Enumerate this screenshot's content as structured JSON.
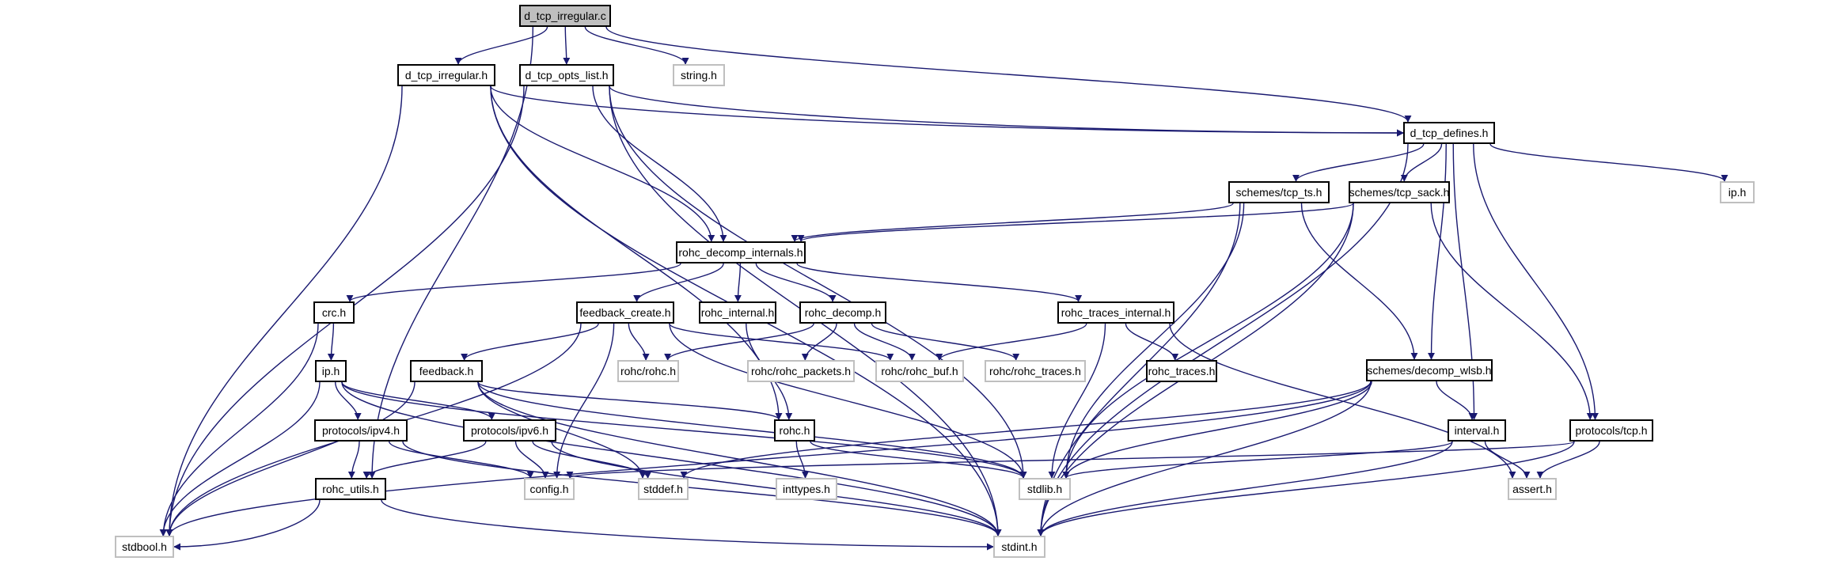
{
  "title": "d_tcp_irregular.c",
  "colors": {
    "edge": "#191970",
    "node_border": "#000000",
    "system_node_border": "#bfbfbf",
    "root_fill": "#bfbfbf"
  },
  "nodes": [
    {
      "id": "d_tcp_irregular_c",
      "label": "d_tcp_irregular.c",
      "kind": "root"
    },
    {
      "id": "d_tcp_irregular_h",
      "label": "d_tcp_irregular.h",
      "kind": "local"
    },
    {
      "id": "d_tcp_opts_list_h",
      "label": "d_tcp_opts_list.h",
      "kind": "local"
    },
    {
      "id": "string_h",
      "label": "string.h",
      "kind": "system"
    },
    {
      "id": "d_tcp_defines_h",
      "label": "d_tcp_defines.h",
      "kind": "local"
    },
    {
      "id": "ip_h_sys",
      "label": "ip.h",
      "kind": "system"
    },
    {
      "id": "schemes_tcp_ts_h",
      "label": "schemes/tcp_ts.h",
      "kind": "local"
    },
    {
      "id": "schemes_tcp_sack_h",
      "label": "schemes/tcp_sack.h",
      "kind": "local"
    },
    {
      "id": "rohc_decomp_internals_h",
      "label": "rohc_decomp_internals.h",
      "kind": "local"
    },
    {
      "id": "crc_h",
      "label": "crc.h",
      "kind": "local"
    },
    {
      "id": "feedback_create_h",
      "label": "feedback_create.h",
      "kind": "local"
    },
    {
      "id": "rohc_internal_h",
      "label": "rohc_internal.h",
      "kind": "local"
    },
    {
      "id": "rohc_decomp_h",
      "label": "rohc_decomp.h",
      "kind": "local"
    },
    {
      "id": "rohc_traces_internal_h",
      "label": "rohc_traces_internal.h",
      "kind": "local"
    },
    {
      "id": "ip_h",
      "label": "ip.h",
      "kind": "local"
    },
    {
      "id": "feedback_h",
      "label": "feedback.h",
      "kind": "local"
    },
    {
      "id": "rohc_rohc_h",
      "label": "rohc/rohc.h",
      "kind": "system"
    },
    {
      "id": "rohc_rohc_packets_h",
      "label": "rohc/rohc_packets.h",
      "kind": "system"
    },
    {
      "id": "rohc_rohc_buf_h",
      "label": "rohc/rohc_buf.h",
      "kind": "system"
    },
    {
      "id": "rohc_rohc_traces_h",
      "label": "rohc/rohc_traces.h",
      "kind": "system"
    },
    {
      "id": "rohc_traces_h",
      "label": "rohc_traces.h",
      "kind": "local"
    },
    {
      "id": "schemes_decomp_wlsb_h",
      "label": "schemes/decomp_wlsb.h",
      "kind": "local"
    },
    {
      "id": "protocols_ipv4_h",
      "label": "protocols/ipv4.h",
      "kind": "local"
    },
    {
      "id": "protocols_ipv6_h",
      "label": "protocols/ipv6.h",
      "kind": "local"
    },
    {
      "id": "rohc_h",
      "label": "rohc.h",
      "kind": "local"
    },
    {
      "id": "interval_h",
      "label": "interval.h",
      "kind": "local"
    },
    {
      "id": "protocols_tcp_h",
      "label": "protocols/tcp.h",
      "kind": "local"
    },
    {
      "id": "rohc_utils_h",
      "label": "rohc_utils.h",
      "kind": "local"
    },
    {
      "id": "config_h",
      "label": "config.h",
      "kind": "system"
    },
    {
      "id": "stddef_h",
      "label": "stddef.h",
      "kind": "system"
    },
    {
      "id": "inttypes_h",
      "label": "inttypes.h",
      "kind": "system"
    },
    {
      "id": "stdlib_h",
      "label": "stdlib.h",
      "kind": "system"
    },
    {
      "id": "assert_h",
      "label": "assert.h",
      "kind": "system"
    },
    {
      "id": "stdbool_h",
      "label": "stdbool.h",
      "kind": "system"
    },
    {
      "id": "stdint_h",
      "label": "stdint.h",
      "kind": "system"
    }
  ],
  "edges": [
    [
      "d_tcp_irregular_c",
      "d_tcp_irregular_h"
    ],
    [
      "d_tcp_irregular_c",
      "d_tcp_opts_list_h"
    ],
    [
      "d_tcp_irregular_c",
      "string_h"
    ],
    [
      "d_tcp_irregular_c",
      "d_tcp_defines_h"
    ],
    [
      "d_tcp_irregular_c",
      "rohc_utils_h"
    ],
    [
      "d_tcp_irregular_h",
      "d_tcp_defines_h"
    ],
    [
      "d_tcp_irregular_h",
      "rohc_decomp_internals_h"
    ],
    [
      "d_tcp_irregular_h",
      "stdbool_h"
    ],
    [
      "d_tcp_irregular_h",
      "stdint_h"
    ],
    [
      "d_tcp_irregular_h",
      "rohc_h"
    ],
    [
      "d_tcp_opts_list_h",
      "d_tcp_defines_h"
    ],
    [
      "d_tcp_opts_list_h",
      "rohc_decomp_internals_h"
    ],
    [
      "d_tcp_opts_list_h",
      "stdbool_h"
    ],
    [
      "d_tcp_opts_list_h",
      "stdint_h"
    ],
    [
      "d_tcp_opts_list_h",
      "stdlib_h"
    ],
    [
      "d_tcp_defines_h",
      "schemes_tcp_ts_h"
    ],
    [
      "d_tcp_defines_h",
      "schemes_tcp_sack_h"
    ],
    [
      "d_tcp_defines_h",
      "ip_h_sys"
    ],
    [
      "d_tcp_defines_h",
      "schemes_decomp_wlsb_h"
    ],
    [
      "d_tcp_defines_h",
      "interval_h"
    ],
    [
      "d_tcp_defines_h",
      "protocols_tcp_h"
    ],
    [
      "d_tcp_defines_h",
      "stdint_h"
    ],
    [
      "schemes_tcp_ts_h",
      "rohc_decomp_internals_h"
    ],
    [
      "schemes_tcp_ts_h",
      "schemes_decomp_wlsb_h"
    ],
    [
      "schemes_tcp_ts_h",
      "stdlib_h"
    ],
    [
      "schemes_tcp_ts_h",
      "stdint_h"
    ],
    [
      "schemes_tcp_sack_h",
      "rohc_decomp_internals_h"
    ],
    [
      "schemes_tcp_sack_h",
      "protocols_tcp_h"
    ],
    [
      "schemes_tcp_sack_h",
      "stdlib_h"
    ],
    [
      "schemes_tcp_sack_h",
      "stdint_h"
    ],
    [
      "rohc_decomp_internals_h",
      "crc_h"
    ],
    [
      "rohc_decomp_internals_h",
      "feedback_create_h"
    ],
    [
      "rohc_decomp_internals_h",
      "rohc_internal_h"
    ],
    [
      "rohc_decomp_internals_h",
      "rohc_decomp_h"
    ],
    [
      "rohc_decomp_internals_h",
      "rohc_traces_internal_h"
    ],
    [
      "crc_h",
      "ip_h"
    ],
    [
      "crc_h",
      "stdbool_h"
    ],
    [
      "feedback_create_h",
      "feedback_h"
    ],
    [
      "feedback_create_h",
      "rohc_rohc_h"
    ],
    [
      "feedback_create_h",
      "rohc_rohc_buf_h"
    ],
    [
      "feedback_create_h",
      "stdbool_h"
    ],
    [
      "feedback_create_h",
      "config_h"
    ],
    [
      "feedback_create_h",
      "stdlib_h"
    ],
    [
      "rohc_internal_h",
      "rohc_h"
    ],
    [
      "rohc_decomp_h",
      "rohc_rohc_h"
    ],
    [
      "rohc_decomp_h",
      "rohc_rohc_packets_h"
    ],
    [
      "rohc_decomp_h",
      "rohc_rohc_buf_h"
    ],
    [
      "rohc_decomp_h",
      "rohc_rohc_traces_h"
    ],
    [
      "rohc_traces_internal_h",
      "rohc_rohc_buf_h"
    ],
    [
      "rohc_traces_internal_h",
      "rohc_traces_h"
    ],
    [
      "rohc_traces_internal_h",
      "stdlib_h"
    ],
    [
      "rohc_traces_internal_h",
      "assert_h"
    ],
    [
      "ip_h",
      "protocols_ipv4_h"
    ],
    [
      "ip_h",
      "protocols_ipv6_h"
    ],
    [
      "ip_h",
      "stdbool_h"
    ],
    [
      "ip_h",
      "stdint_h"
    ],
    [
      "ip_h",
      "stdlib_h"
    ],
    [
      "feedback_h",
      "rohc_h"
    ],
    [
      "feedback_h",
      "stddef_h"
    ],
    [
      "feedback_h",
      "stdint_h"
    ],
    [
      "feedback_h",
      "stdbool_h"
    ],
    [
      "feedback_h",
      "stdlib_h"
    ],
    [
      "protocols_ipv4_h",
      "rohc_utils_h"
    ],
    [
      "protocols_ipv4_h",
      "config_h"
    ],
    [
      "protocols_ipv4_h",
      "stdint_h"
    ],
    [
      "protocols_ipv6_h",
      "rohc_utils_h"
    ],
    [
      "protocols_ipv6_h",
      "config_h"
    ],
    [
      "protocols_ipv6_h",
      "stddef_h"
    ],
    [
      "protocols_ipv6_h",
      "stdint_h"
    ],
    [
      "rohc_h",
      "inttypes_h"
    ],
    [
      "rohc_h",
      "stdlib_h"
    ],
    [
      "schemes_decomp_wlsb_h",
      "interval_h"
    ],
    [
      "schemes_decomp_wlsb_h",
      "stddef_h"
    ],
    [
      "schemes_decomp_wlsb_h",
      "stdlib_h"
    ],
    [
      "schemes_decomp_wlsb_h",
      "stdint_h"
    ],
    [
      "schemes_decomp_wlsb_h",
      "stdbool_h"
    ],
    [
      "interval_h",
      "assert_h"
    ],
    [
      "interval_h",
      "stdlib_h"
    ],
    [
      "interval_h",
      "stdint_h"
    ],
    [
      "protocols_tcp_h",
      "assert_h"
    ],
    [
      "protocols_tcp_h",
      "config_h"
    ],
    [
      "protocols_tcp_h",
      "stdint_h"
    ],
    [
      "rohc_utils_h",
      "stdbool_h"
    ],
    [
      "rohc_utils_h",
      "stdint_h"
    ]
  ]
}
